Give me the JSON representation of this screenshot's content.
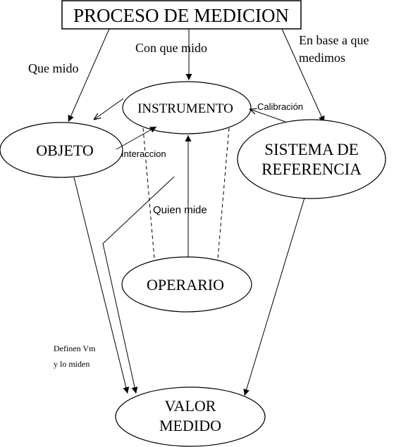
{
  "diagram": {
    "title": "PROCESO DE MEDICION",
    "nodes": {
      "instrumento": "INSTRUMENTO",
      "objeto": "OBJETO",
      "sistema_line1": "SISTEMA DE",
      "sistema_line2": "REFERENCIA",
      "operario": "OPERARIO",
      "valor_line1": "VALOR",
      "valor_line2": "MEDIDO"
    },
    "labels": {
      "que_mido": "Que mido",
      "con_que_mido": "Con que mido",
      "en_base_line1": "En base a que",
      "en_base_line2": "medimos",
      "calibracion": "Calibración",
      "interaccion": "Interaccion",
      "quien_mide": "Quien mide",
      "definen_line1": "Definen Vm",
      "definen_line2": "y lo miden"
    }
  }
}
